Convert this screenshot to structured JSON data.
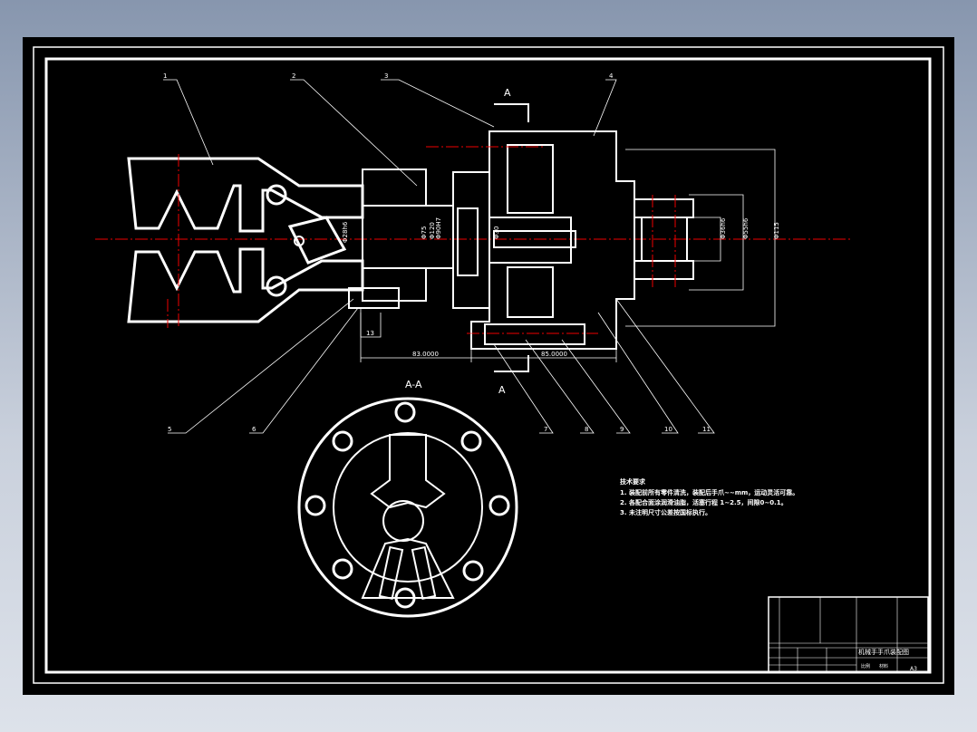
{
  "section_label": "A",
  "section_view_title": "A-A",
  "part_numbers": [
    "1",
    "2",
    "3",
    "4",
    "5",
    "6",
    "7",
    "8",
    "9",
    "10",
    "11"
  ],
  "dimensions": {
    "d1": "Φ28h6",
    "d2": "Φ75",
    "d3": "Φ120",
    "d4": "Φ90H7",
    "d5": "Φ30",
    "d6": "Φ36h6",
    "d7": "Φ55h6",
    "d8": "Φ115",
    "l1": "13",
    "l2": "83.0000",
    "l3": "85.0000"
  },
  "tech_requirements": {
    "title": "技术要求",
    "items": [
      "1. 装配前所有零件清洗，装配后手爪~~mm，运动灵活可靠。",
      "2. 各配合面涂润滑油脂，活塞行程 1~2.5，间隙0~0.1。",
      "3. 未注明尺寸公差按国标执行。"
    ]
  },
  "title_block": {
    "drawing_name": "机械手手爪装配图",
    "sheet_size": "A3",
    "scale_label": "比例",
    "material_label": "材料"
  },
  "colors": {
    "background": "#000000",
    "lines": "#ffffff",
    "centerlines": "#ee0000"
  }
}
